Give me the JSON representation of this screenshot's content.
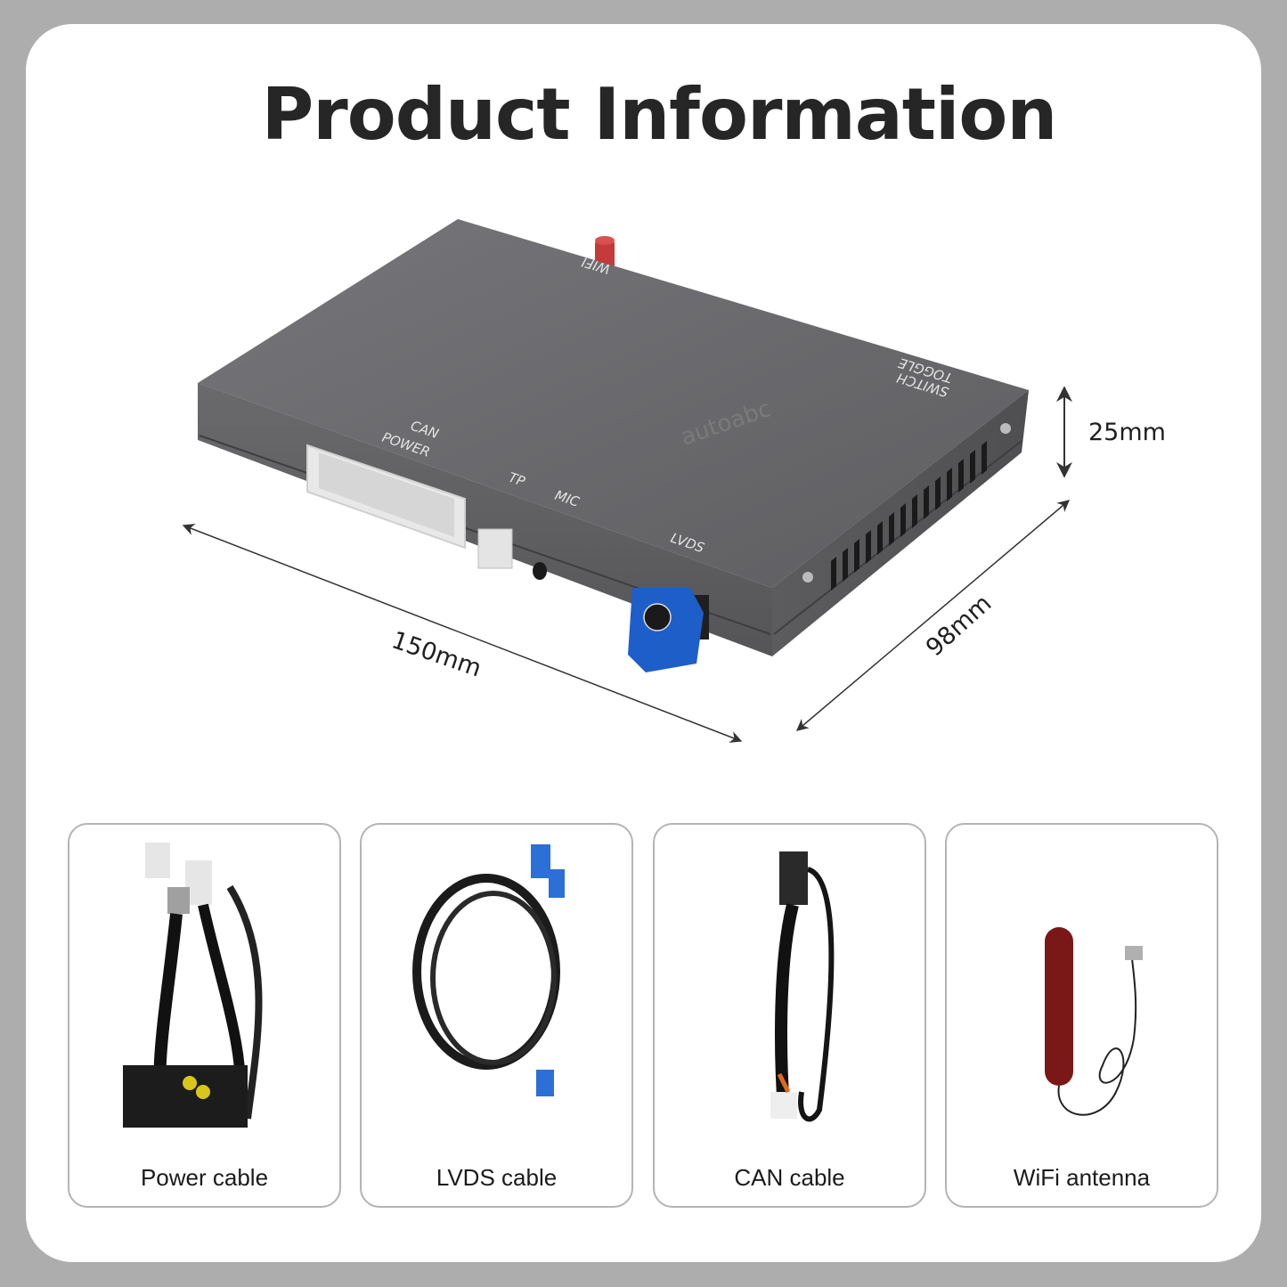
{
  "header": {
    "title": "Product Information"
  },
  "device": {
    "brand": "autoabc",
    "ports": {
      "wifi": "WIFI",
      "toggle_line1": "TOGGLE",
      "toggle_line2": "SWITCH",
      "can": "CAN",
      "power": "POWER",
      "tp": "TP",
      "mic": "MIC",
      "lvds": "LVDS"
    },
    "colors": {
      "body": "#6b6b6d",
      "connector_blue": "#1e5ec8",
      "antenna_red": "#c53a3a"
    }
  },
  "dimensions": {
    "height": "25mm",
    "length": "150mm",
    "width": "98mm"
  },
  "accessories": [
    {
      "label": "Power cable"
    },
    {
      "label": "LVDS cable"
    },
    {
      "label": "CAN cable"
    },
    {
      "label": "WiFi antenna"
    }
  ]
}
